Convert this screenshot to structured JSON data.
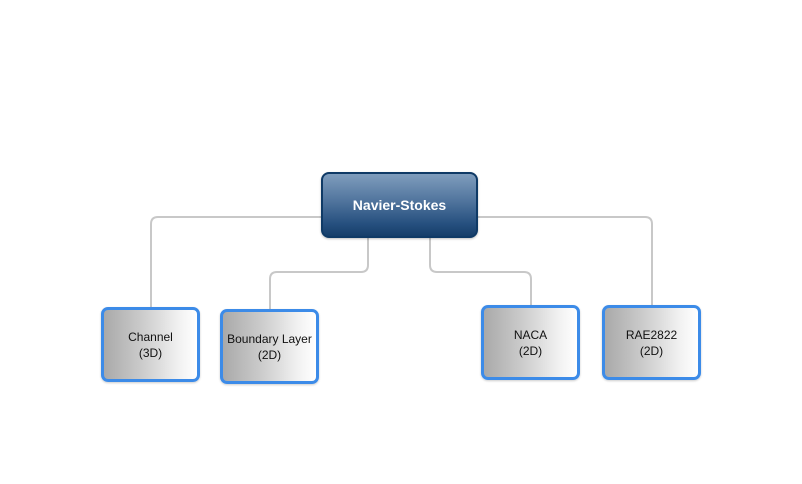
{
  "diagram": {
    "root": {
      "label": "Navier-Stokes"
    },
    "children": [
      {
        "id": "channel",
        "name_line": "Channel",
        "dim_line": "(3D)"
      },
      {
        "id": "boundary",
        "name_line": "Boundary Layer",
        "dim_line": "(2D)"
      },
      {
        "id": "naca",
        "name_line": "NACA",
        "dim_line": "(2D)"
      },
      {
        "id": "rae",
        "name_line": "RAE2822",
        "dim_line": "(2D)"
      }
    ],
    "colors": {
      "root_fill_top": "#7f9dbd",
      "root_fill_bottom": "#163e6a",
      "root_border": "#0f3a66",
      "child_border": "#3c8be8",
      "connector": "#c8c8c8"
    }
  }
}
